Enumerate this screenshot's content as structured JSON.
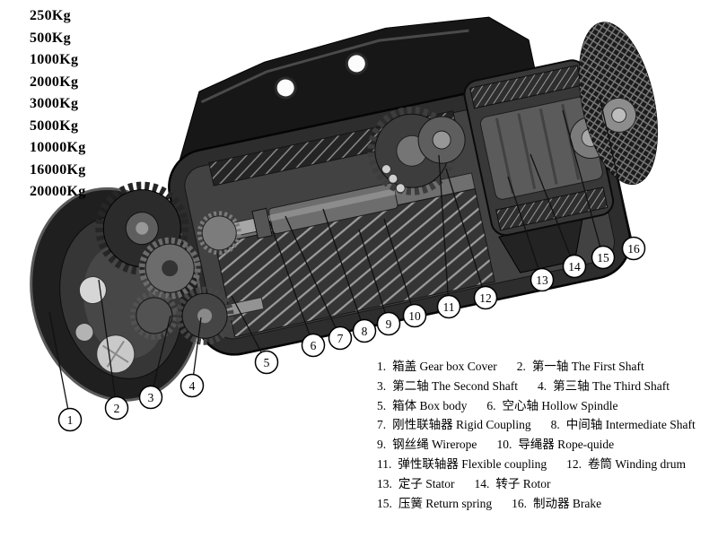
{
  "capacities": [
    "250Kg",
    "500Kg",
    "1000Kg",
    "2000Kg",
    "3000Kg",
    "5000Kg",
    "10000Kg",
    "16000Kg",
    "20000Kg"
  ],
  "callouts": [
    "1",
    "2",
    "3",
    "4",
    "5",
    "6",
    "7",
    "8",
    "9",
    "10",
    "11",
    "12",
    "13",
    "14",
    "15",
    "16"
  ],
  "legend": [
    {
      "num": "1.",
      "label": "箱盖 Gear box Cover"
    },
    {
      "num": "2.",
      "label": "第一轴 The First Shaft"
    },
    {
      "num": "3.",
      "label": "第二轴 The Second Shaft"
    },
    {
      "num": "4.",
      "label": "第三轴 The Third Shaft"
    },
    {
      "num": "5.",
      "label": "箱体 Box body"
    },
    {
      "num": "6.",
      "label": "空心轴 Hollow Spindle"
    },
    {
      "num": "7.",
      "label": "刚性联轴器 Rigid Coupling"
    },
    {
      "num": "8.",
      "label": "中间轴 Intermediate Shaft"
    },
    {
      "num": "9.",
      "label": "钢丝绳 Wirerope"
    },
    {
      "num": "10.",
      "label": "导绳器 Rope-quide"
    },
    {
      "num": "11.",
      "label": "弹性联轴器 Flexible coupling"
    },
    {
      "num": "12.",
      "label": "卷筒 Winding drum"
    },
    {
      "num": "13.",
      "label": "定子 Stator"
    },
    {
      "num": "14.",
      "label": "转子 Rotor"
    },
    {
      "num": "15.",
      "label": "压簧 Return spring"
    },
    {
      "num": "16.",
      "label": "制动器 Brake"
    }
  ],
  "colors": {
    "ink": "#111111",
    "casing": "#2d2d2d",
    "highlight": "#c9c9c9"
  }
}
